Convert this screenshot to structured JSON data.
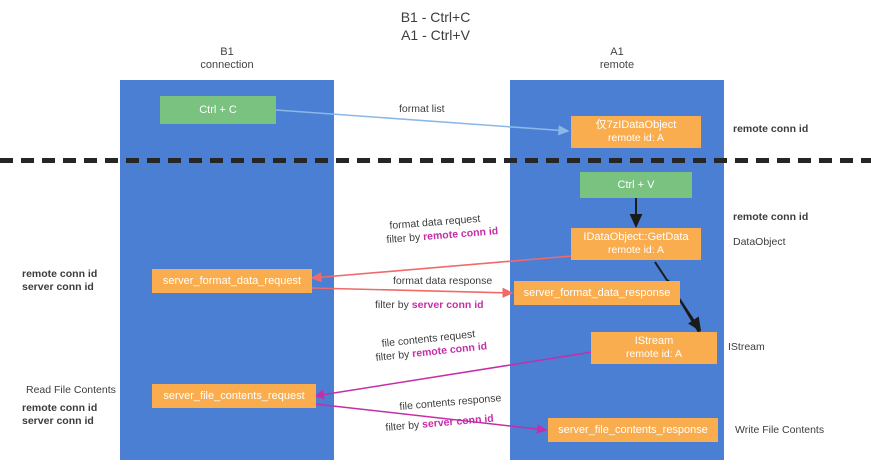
{
  "title": "B1 - Ctrl+C\nA1 - Ctrl+V",
  "columns": [
    {
      "name": "b1",
      "title": "B1\nconnection"
    },
    {
      "name": "a1",
      "title": "A1\nremote"
    }
  ],
  "boxes": {
    "ctrl_c": {
      "line1": "Ctrl + C",
      "line2": ""
    },
    "idataobject": {
      "line1": "仅7zIDataObject",
      "line2": "remote id: A"
    },
    "ctrl_v": {
      "line1": "Ctrl + V",
      "line2": ""
    },
    "getdata": {
      "line1": "IDataObject::GetData",
      "line2": "remote id: A"
    },
    "istream": {
      "line1": "IStream",
      "line2": "remote id: A"
    },
    "fmt_req": {
      "line1": "server_format_data_request",
      "line2": ""
    },
    "fmt_resp": {
      "line1": "server_format_data_response",
      "line2": ""
    },
    "file_req": {
      "line1": "server_file_contents_request",
      "line2": ""
    },
    "file_resp": {
      "line1": "server_file_contents_response",
      "line2": ""
    }
  },
  "annotations": {
    "format_list": "format list",
    "format_data_request": "format data request",
    "format_data_request_filter_prefix": "filter by ",
    "format_data_request_filter_key": "remote conn id",
    "format_data_response": "format data response",
    "format_data_response_filter_prefix": "filter by ",
    "format_data_response_filter_key": "server conn id",
    "file_contents_request": "file contents request",
    "file_contents_request_filter_prefix": "filter by ",
    "file_contents_request_filter_key": "remote conn id",
    "file_contents_response": "file contents response",
    "file_contents_response_filter_prefix": "filter by ",
    "file_contents_response_filter_key": "server conn id"
  },
  "side_labels": {
    "right_remote_conn_id_top": "remote conn id",
    "right_remote_conn_id_mid": "remote conn id",
    "right_dataobject": "DataObject",
    "right_istream": "IStream",
    "right_write_file_contents": "Write File Contents",
    "left_remote_conn_id": "remote conn id",
    "left_server_conn_id": "server conn id",
    "left_read_file_contents": "Read File Contents",
    "left_remote_conn_id_2": "remote conn id",
    "left_server_conn_id_2": "server conn id"
  },
  "colors": {
    "column_blue": "#4a7fd4",
    "box_green": "#7ac27f",
    "box_orange": "#f9ad4e",
    "purple": "#b23fc4",
    "green_text": "#6aa96f",
    "magenta": "#c42fa8",
    "arrow_blue": "#8ab8e8",
    "arrow_red": "#ef6a6a",
    "arrow_dark": "#1a1a1a",
    "background": "#ffffff"
  }
}
